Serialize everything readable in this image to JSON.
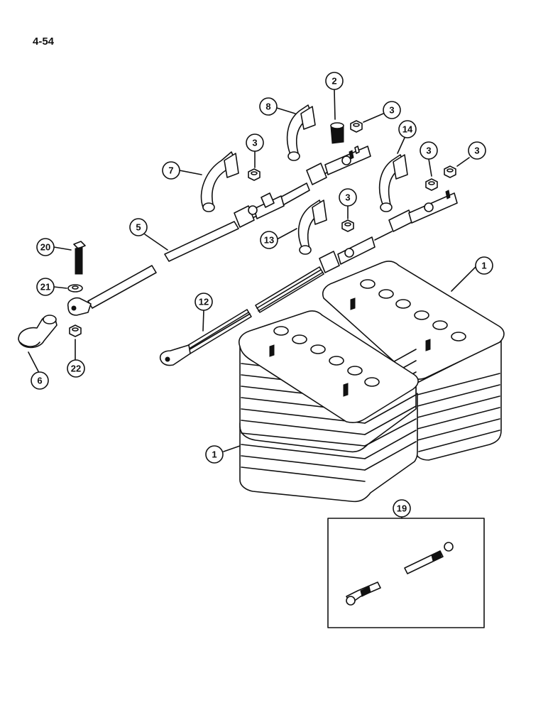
{
  "page_number": "4-54",
  "callouts": [
    {
      "label": "2"
    },
    {
      "label": "8"
    },
    {
      "label": "3"
    },
    {
      "label": "3"
    },
    {
      "label": "14"
    },
    {
      "label": "3"
    },
    {
      "label": "3"
    },
    {
      "label": "7"
    },
    {
      "label": "3"
    },
    {
      "label": "5"
    },
    {
      "label": "13"
    },
    {
      "label": "20"
    },
    {
      "label": "1"
    },
    {
      "label": "21"
    },
    {
      "label": "12"
    },
    {
      "label": "6"
    },
    {
      "label": "22"
    },
    {
      "label": "1"
    },
    {
      "label": "19"
    }
  ],
  "colors": {
    "ink": "#111111",
    "background": "#ffffff"
  }
}
